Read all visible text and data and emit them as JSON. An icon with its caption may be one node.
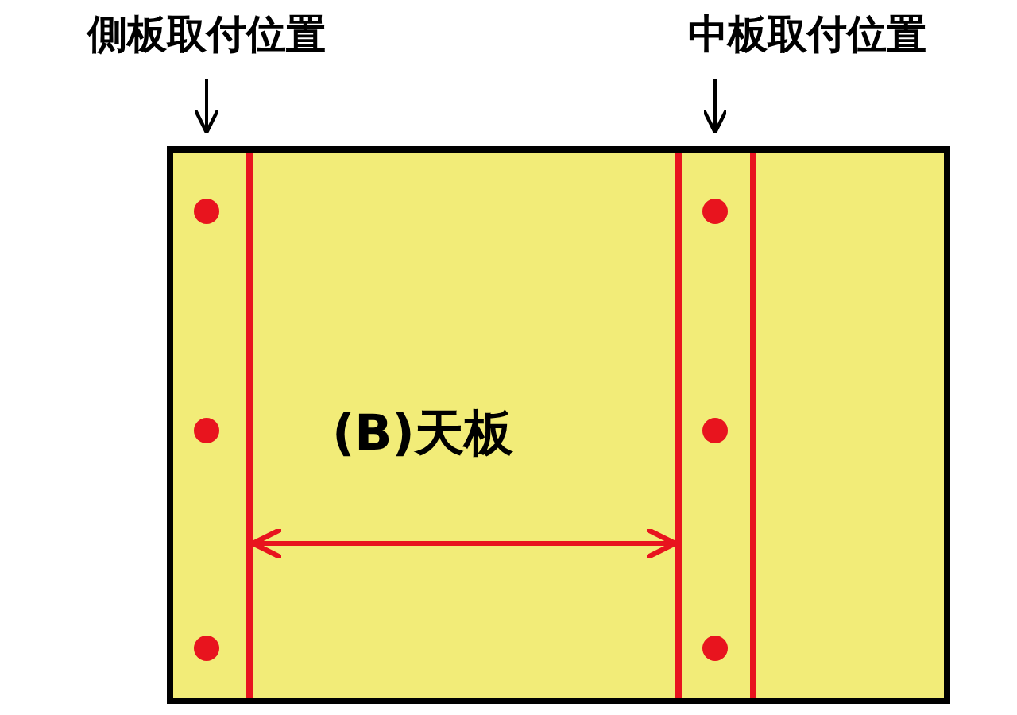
{
  "diagram": {
    "nodes": [
      {
        "text": [
          "側板取付位置"
        ]
      },
      {
        "text": [
          "中板取付位置"
        ]
      },
      {
        "text": [
          "(B)天板"
        ]
      }
    ],
    "edges": [
      {
        "from": 0,
        "to": 2,
        "arrow": "to"
      },
      {
        "from": 1,
        "to": 2,
        "arrow": "to"
      }
    ]
  }
}
